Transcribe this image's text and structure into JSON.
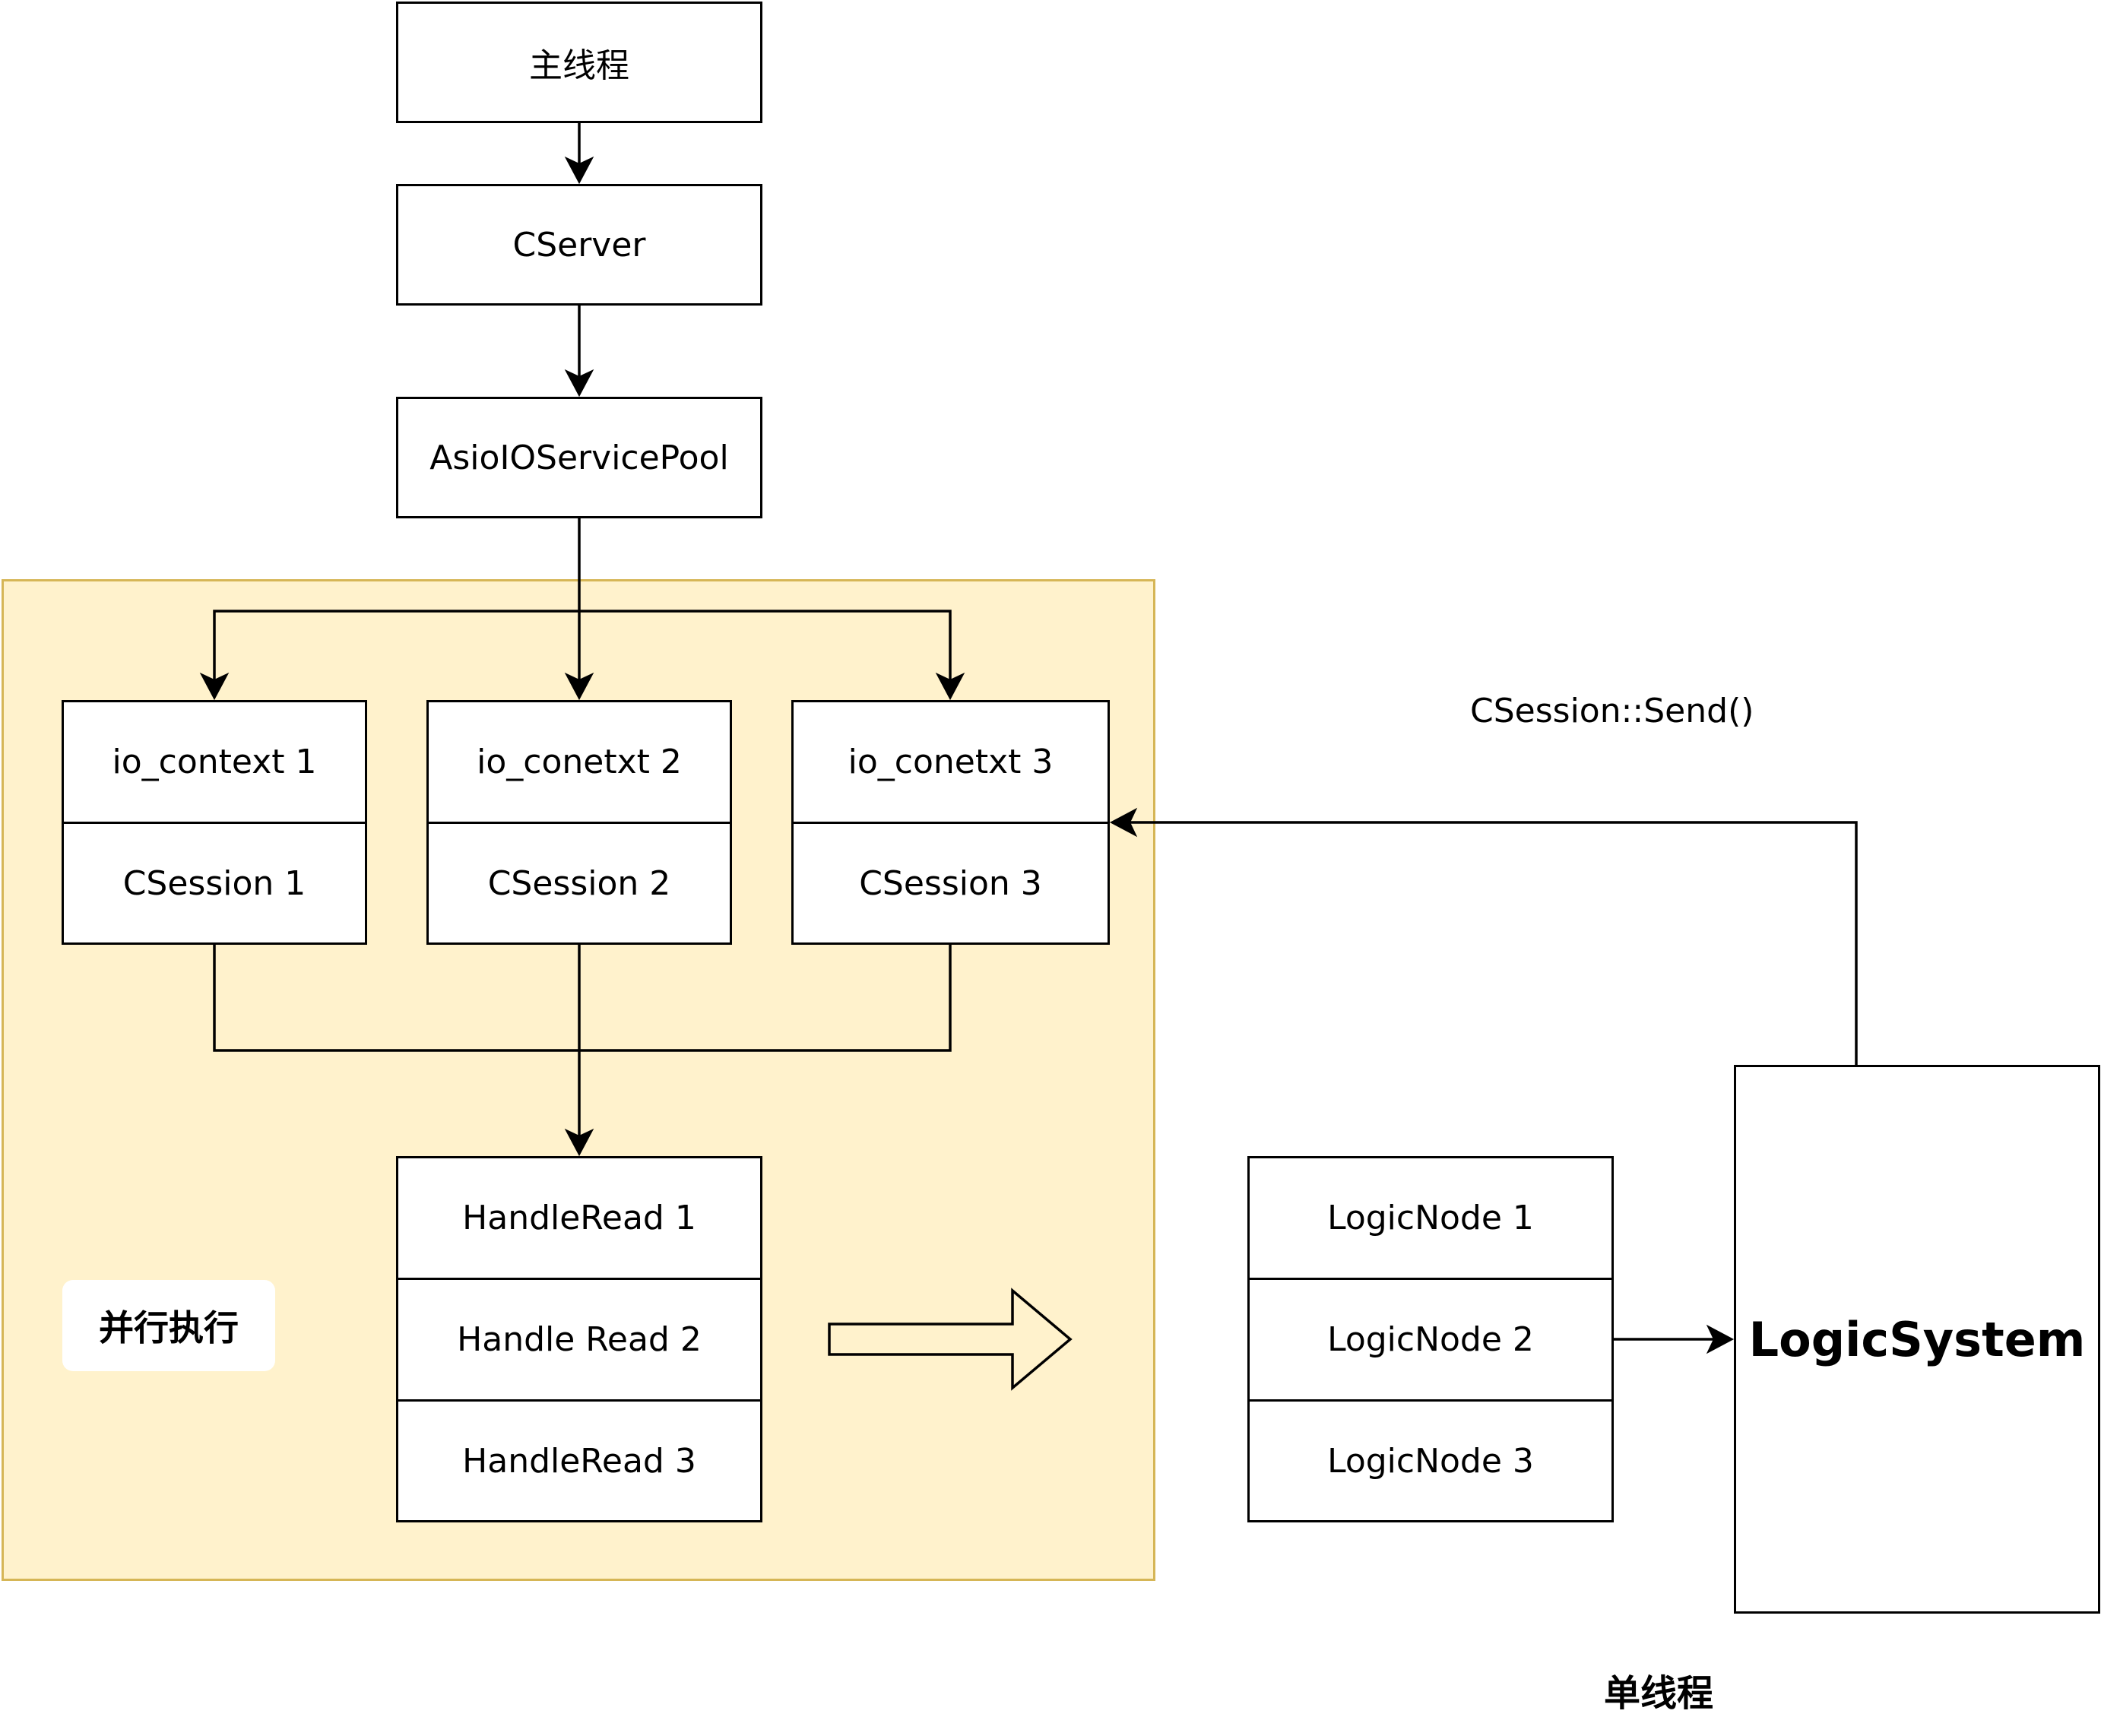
{
  "nodes": {
    "main_thread": "主线程",
    "cserver": "CServer",
    "io_pool": "AsioIOServicePool",
    "io_context_1": "io_context 1",
    "io_context_2": "io_conetxt 2",
    "io_context_3": "io_conetxt 3",
    "session_1": "CSession 1",
    "session_2": "CSession 2",
    "session_3": "CSession 3",
    "handle_read_1": "HandleRead 1",
    "handle_read_2": "Handle Read 2",
    "handle_read_3": "HandleRead 3",
    "logic_node_1": "LogicNode 1",
    "logic_node_2": "LogicNode 2",
    "logic_node_3": "LogicNode 3",
    "logic_system": "LogicSystem"
  },
  "labels": {
    "parallel": "并行执行",
    "single_thread": "单线程",
    "send_call": "CSession::Send()"
  },
  "colors": {
    "zone_fill": "#fff2cc",
    "zone_border": "#d6b656",
    "stroke": "#000000"
  },
  "edges": [
    {
      "from": "main_thread",
      "to": "cserver"
    },
    {
      "from": "cserver",
      "to": "io_pool"
    },
    {
      "from": "io_pool",
      "to": "io_context_1"
    },
    {
      "from": "io_pool",
      "to": "io_context_2"
    },
    {
      "from": "io_pool",
      "to": "io_context_3"
    },
    {
      "from": "session_1",
      "to": "handle_read_1"
    },
    {
      "from": "session_2",
      "to": "handle_read_1"
    },
    {
      "from": "session_3",
      "to": "handle_read_1"
    },
    {
      "from": "logic_node_2",
      "to": "logic_system"
    },
    {
      "from": "logic_system",
      "to": "session_3",
      "label": "send_call"
    }
  ]
}
